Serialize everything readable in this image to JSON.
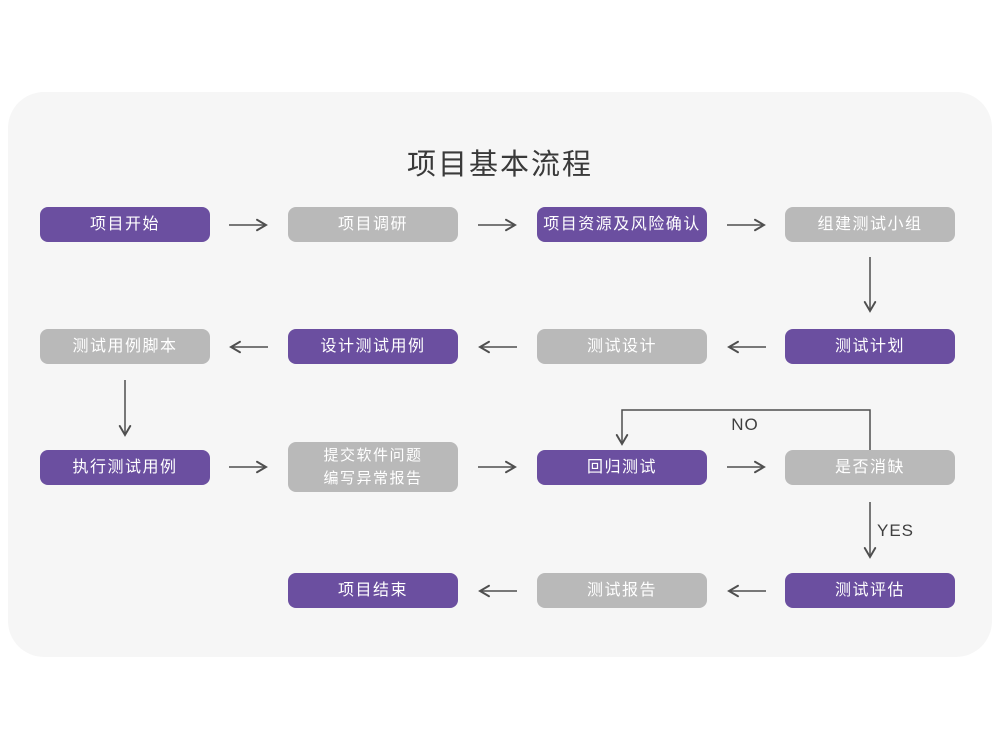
{
  "title": "项目基本流程",
  "colors": {
    "page_background": "#ffffff",
    "card_background": "#f6f6f6",
    "purple_node": "#6b4fa0",
    "gray_node": "#b9b9b9",
    "node_text": "#ffffff",
    "arrow": "#4f4f4f",
    "title_text": "#3a3a3a",
    "branch_label_text": "#3f3f3f"
  },
  "branch_labels": {
    "no": "NO",
    "yes": "YES"
  },
  "nodes": [
    {
      "label": "项目开始",
      "variant": "purple"
    },
    {
      "label": "项目调研",
      "variant": "gray"
    },
    {
      "label": "项目资源及风险确认",
      "variant": "purple"
    },
    {
      "label": "组建测试小组",
      "variant": "gray"
    },
    {
      "label": "测试用例脚本",
      "variant": "gray"
    },
    {
      "label": "设计测试用例",
      "variant": "purple"
    },
    {
      "label": "测试设计",
      "variant": "gray"
    },
    {
      "label": "测试计划",
      "variant": "purple"
    },
    {
      "label": "执行测试用例",
      "variant": "purple"
    },
    {
      "label": "提交软件问题\n编写异常报告",
      "variant": "gray"
    },
    {
      "label": "回归测试",
      "variant": "purple"
    },
    {
      "label": "是否消缺",
      "variant": "gray"
    },
    {
      "label": "项目结束",
      "variant": "purple"
    },
    {
      "label": "测试报告",
      "variant": "gray"
    },
    {
      "label": "测试评估",
      "variant": "purple"
    }
  ]
}
